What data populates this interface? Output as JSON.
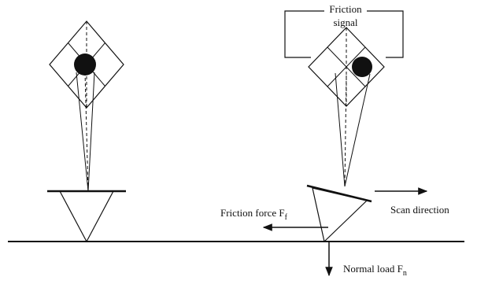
{
  "labels": {
    "friction_signal_line1": "Friction",
    "friction_signal_line2": "signal",
    "friction_force": "Friction force F",
    "friction_force_sub": "f",
    "scan_direction": "Scan direction",
    "normal_load": "Normal load F",
    "normal_load_sub": "n"
  }
}
